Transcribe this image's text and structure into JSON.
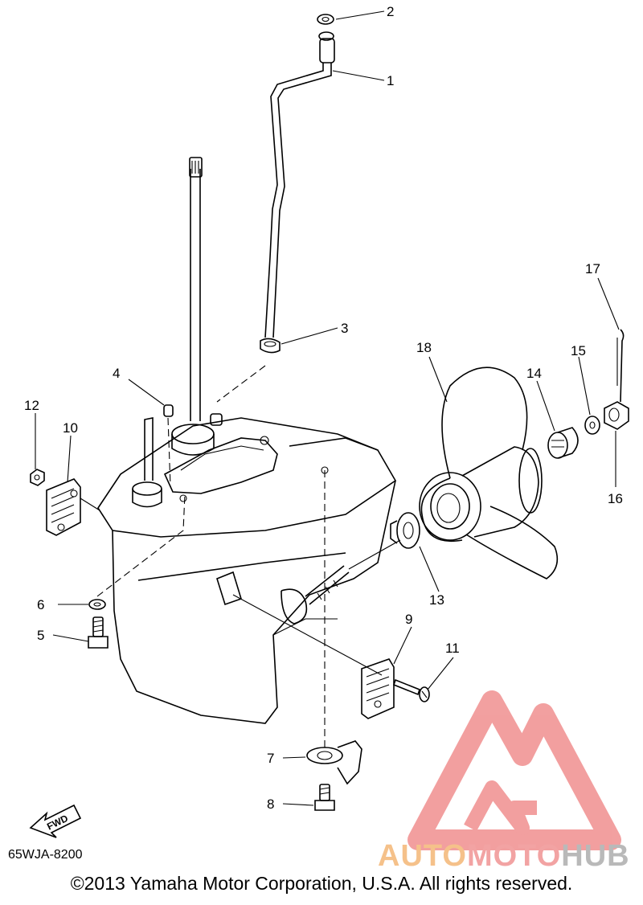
{
  "callouts": [
    {
      "label": "1",
      "part": "water-tube"
    },
    {
      "label": "2",
      "part": "grommet-top"
    },
    {
      "label": "3",
      "part": "grommet-tube"
    },
    {
      "label": "4",
      "part": "dowel-pin"
    },
    {
      "label": "5",
      "part": "bolt"
    },
    {
      "label": "6",
      "part": "washer"
    },
    {
      "label": "7",
      "part": "trim-tab"
    },
    {
      "label": "8",
      "part": "bolt-trim-tab"
    },
    {
      "label": "9",
      "part": "water-inlet-cover-right"
    },
    {
      "label": "10",
      "part": "water-inlet-cover-left"
    },
    {
      "label": "11",
      "part": "screw"
    },
    {
      "label": "12",
      "part": "nut"
    },
    {
      "label": "13",
      "part": "thrust-washer"
    },
    {
      "label": "14",
      "part": "spacer"
    },
    {
      "label": "15",
      "part": "washer-prop"
    },
    {
      "label": "16",
      "part": "propeller-nut"
    },
    {
      "label": "17",
      "part": "cotter-pin"
    },
    {
      "label": "18",
      "part": "propeller"
    }
  ],
  "fwd_label": "FWD",
  "diagram_code": "65WJA-8200",
  "watermark": {
    "part1": "AUTO",
    "part2": "MOTO",
    "part3": "HUB",
    "color1": "#f5c18a",
    "color2": "#f2a3a3",
    "color3": "#b9b9b9",
    "logo_color": "#f08f8f"
  },
  "copyright": "©2013 Yamaha Motor Corporation, U.S.A. All rights reserved."
}
